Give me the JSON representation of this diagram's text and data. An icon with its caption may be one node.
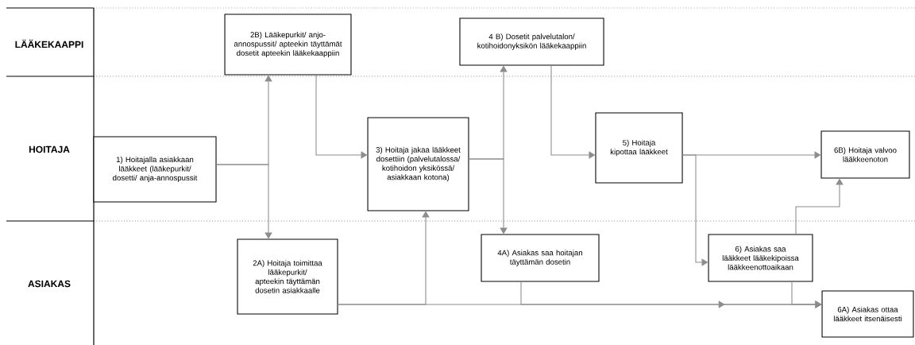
{
  "diagram": {
    "nodes": [
      {
        "text": [
          "1) Hoitajalla asiakkaan lääkkeet (lääkepurkit/ dosetti/ anja-annospussit"
        ]
      },
      {
        "text": [
          "2B) Lääkepurkit/ anjo-annospussit/ apteekin täyttämät dosetit apteekin lääkekaappiin"
        ]
      },
      {
        "text": [
          "2A) Hoitaja toimittaa lääkepurkit/ apteekin täyttämän dosetin asiakkaalle"
        ]
      },
      {
        "text": [
          "3) Hoitaja jakaa lääkkeet dosettiin (palvelutalossa/ kotihoidon yksikössä/ asiakkaan kotona)"
        ]
      },
      {
        "text": [
          "4 B) Dosetit palvelutalon/ kotihoidonyksikön lääkekaappiin"
        ]
      },
      {
        "text": [
          "4A) Asiakas saa hoitajan täyttämän dosetin"
        ]
      },
      {
        "text": [
          "5) Hoitaja kipottaa lääkkeet"
        ]
      },
      {
        "text": [
          "6B) Hoitaja valvoo lääkkeenoton"
        ]
      },
      {
        "text": [
          "6) Asiakas saa lääkkeet lääkekipoissa lääkkeenottoaikaan"
        ]
      },
      {
        "text": [
          "6A) Asiakas ottaa lääkkeet itsenäisesti"
        ]
      }
    ],
    "edges": [
      {
        "from": 0,
        "to": 1,
        "arrow": "to"
      },
      {
        "from": 0,
        "to": 2,
        "arrow": "to"
      },
      {
        "from": 1,
        "to": 3,
        "arrow": "to"
      },
      {
        "from": 2,
        "to": 3,
        "arrow": "to"
      },
      {
        "from": 2,
        "to": 9,
        "arrow": "to"
      },
      {
        "from": 3,
        "to": 4,
        "arrow": "to"
      },
      {
        "from": 3,
        "to": 5,
        "arrow": "to"
      },
      {
        "from": 4,
        "to": 6,
        "arrow": "to"
      },
      {
        "from": 5,
        "to": 9,
        "arrow": "to"
      },
      {
        "from": 6,
        "to": 7,
        "arrow": "to"
      },
      {
        "from": 6,
        "to": 8,
        "arrow": "to"
      },
      {
        "from": 8,
        "to": 7,
        "arrow": "to"
      },
      {
        "from": 8,
        "to": 9,
        "arrow": "to"
      }
    ],
    "labels": [
      "LÄÄKEKAAPPI",
      "HOITAJA",
      "ASIAKAS"
    ]
  }
}
